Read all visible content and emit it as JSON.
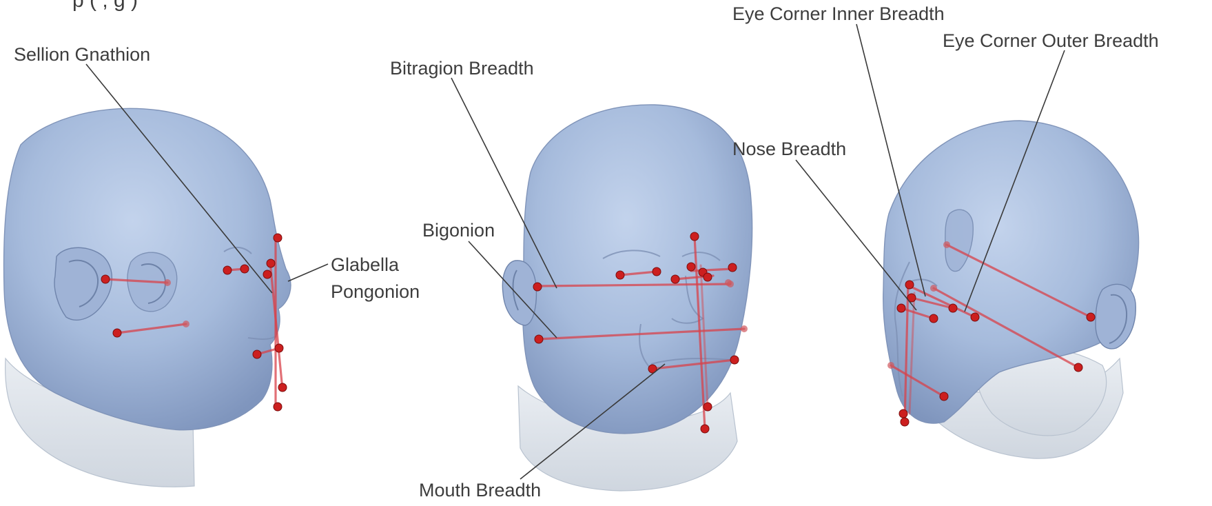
{
  "header_fragment": "p                                        (     , g   )",
  "labels": {
    "sellion_gnathion": "Sellion Gnathion",
    "glabella": "Glabella",
    "pongonion": "Pongonion",
    "bitragion_breadth": "Bitragion Breadth",
    "bigonion": "Bigonion",
    "mouth_breadth": "Mouth Breadth",
    "eye_corner_inner_breadth": "Eye Corner Inner Breadth",
    "eye_corner_outer_breadth": "Eye Corner Outer Breadth",
    "nose_breadth": "Nose Breadth"
  },
  "colors": {
    "skin": "#a8bcdc",
    "landmark": "#cc1f1f",
    "measurement_line": "#d8424a",
    "leader_line": "#3a3a3a",
    "label_text": "#3d3d3d"
  }
}
